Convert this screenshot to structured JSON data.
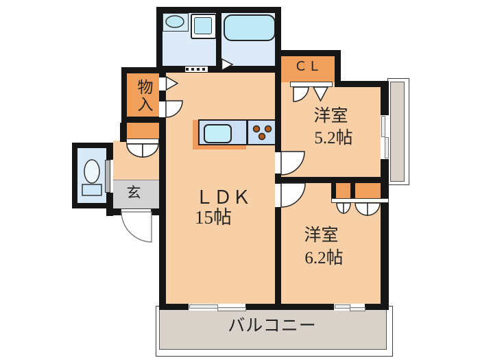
{
  "rooms": {
    "ldk": {
      "label": "ＬＤＫ",
      "size": "15帖"
    },
    "western_a": {
      "label": "洋室",
      "size": "5.2帖"
    },
    "western_b": {
      "label": "洋室",
      "size": "6.2帖"
    },
    "balcony": {
      "label": "バルコニー"
    },
    "storage": {
      "label": "物入"
    },
    "closet_cl": {
      "label": "ＣＬ"
    },
    "entrance": {
      "label": "玄"
    }
  },
  "colors": {
    "room_floor": "#f7d0a7",
    "closet_fill": "#f09f5c",
    "wet_floor": "#dcebf7",
    "fixture_cyan": "#bfe9f4",
    "counter_blue": "#cbdef2",
    "hallway_gray": "#d2d2d2",
    "balcony_gray": "#d8d2ca",
    "wall_black": "#161616",
    "burner_orange": "#b05a1b",
    "text": "#222222"
  }
}
